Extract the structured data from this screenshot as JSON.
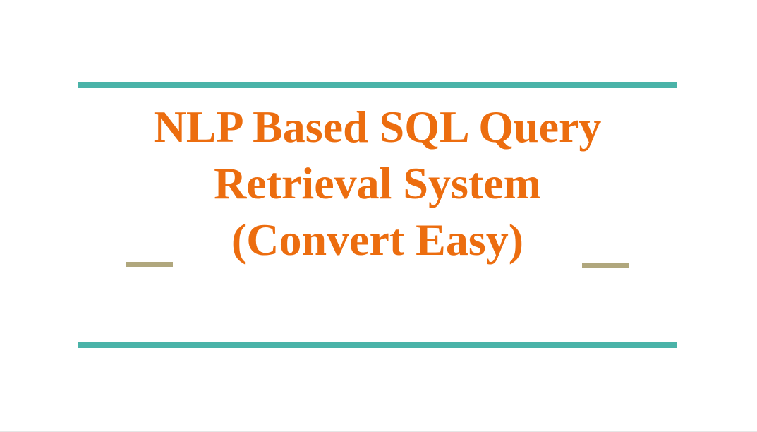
{
  "slide": {
    "title_lines": [
      "NLP Based SQL Query",
      "Retrieval System",
      "(Convert Easy)"
    ]
  },
  "colors": {
    "background": "#ffffff",
    "rule": "#4ab3a8",
    "accent_dash": "#b0a77d",
    "title_text": "#ec6d0f"
  }
}
